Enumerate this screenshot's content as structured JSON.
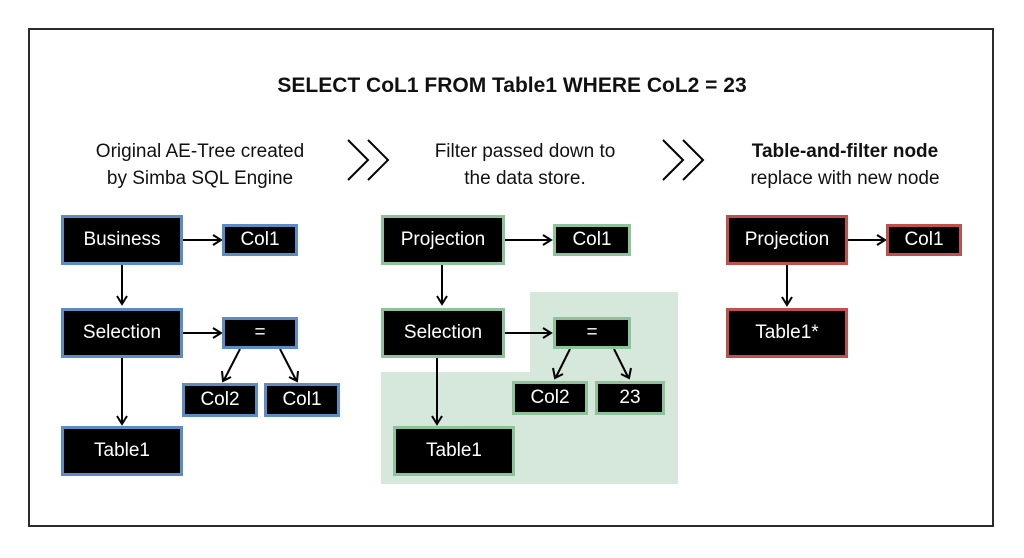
{
  "title": "SELECT CoL1 FROM Table1 WHERE CoL2 = 23",
  "colors": {
    "blue": "#5b8cc2",
    "green": "#8ec29a",
    "red": "#c0504d",
    "shade": "#d6e8dc",
    "node_fill": "#000000"
  },
  "stages": [
    {
      "caption_line1": "Original AE-Tree created",
      "caption_line2": "by Simba SQL Engine",
      "nodes": {
        "root": "Business",
        "col1": "Col1",
        "selection": "Selection",
        "eq": "=",
        "col2": "Col2",
        "col1b": "Col1",
        "table1": "Table1"
      }
    },
    {
      "caption_line1": "Filter passed down to",
      "caption_line2": "the data store.",
      "nodes": {
        "root": "Projection",
        "col1": "Col1",
        "selection": "Selection",
        "eq": "=",
        "col2": "Col2",
        "val": "23",
        "table1": "Table1"
      }
    },
    {
      "caption_line1": "Table-and-filter node",
      "caption_line2": "replace with new node",
      "nodes": {
        "root": "Projection",
        "col1": "Col1",
        "table1": "Table1*"
      }
    }
  ],
  "separator_icon": "double-chevron-right-icon"
}
